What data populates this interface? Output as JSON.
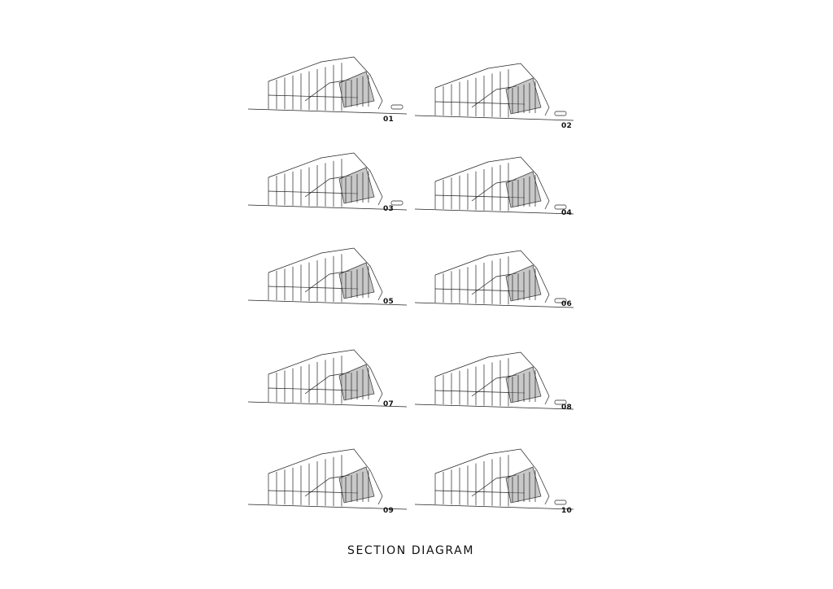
{
  "caption": "SECTION DIAGRAM",
  "panels": [
    {
      "label": "01",
      "view": "a",
      "car": true
    },
    {
      "label": "02",
      "view": "b",
      "car": true
    },
    {
      "label": "03",
      "view": "a",
      "car": true
    },
    {
      "label": "04",
      "view": "b",
      "car": true
    },
    {
      "label": "05",
      "view": "a",
      "car": false
    },
    {
      "label": "06",
      "view": "b",
      "car": true
    },
    {
      "label": "07",
      "view": "a",
      "car": false
    },
    {
      "label": "08",
      "view": "b",
      "car": true
    },
    {
      "label": "09",
      "view": "a",
      "car": false
    },
    {
      "label": "10",
      "view": "b",
      "car": true
    }
  ]
}
